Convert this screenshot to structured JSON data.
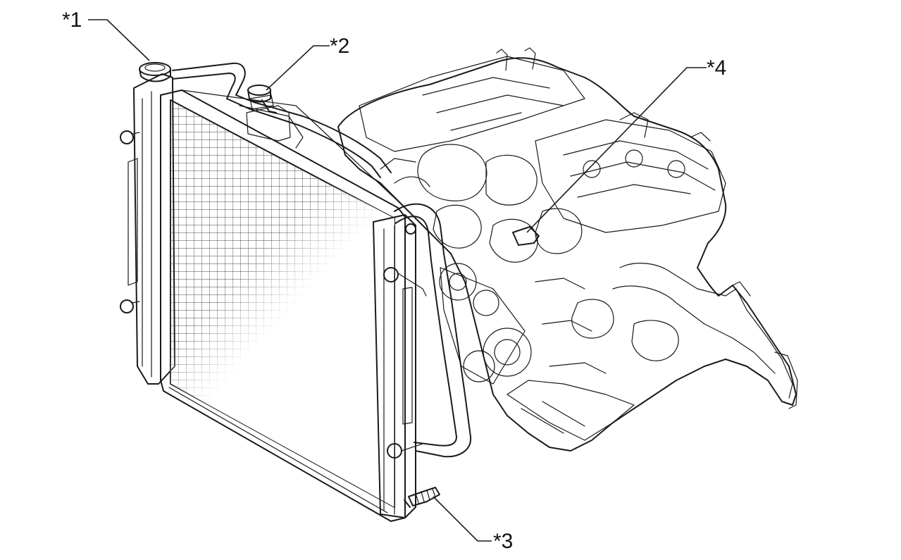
{
  "callouts": [
    {
      "id": "c1",
      "label": "*1"
    },
    {
      "id": "c2",
      "label": "*2"
    },
    {
      "id": "c3",
      "label": "*3"
    },
    {
      "id": "c4",
      "label": "*4"
    }
  ]
}
